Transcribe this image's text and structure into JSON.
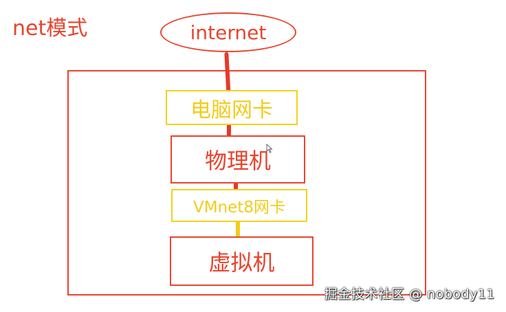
{
  "title": "net模式",
  "nodes": {
    "internet": "internet",
    "computer_nic": "电脑网卡",
    "physical_machine": "物理机",
    "vmnet8_nic": "VMnet8网卡",
    "virtual_machine": "虚拟机"
  },
  "watermark": "掘金技术社区 @ nobody11",
  "colors": {
    "red": "#e8442e",
    "yellow": "#f2cc1b",
    "background": "#ffffff"
  },
  "icons": {
    "cursor": "mouse-pointer-icon"
  }
}
